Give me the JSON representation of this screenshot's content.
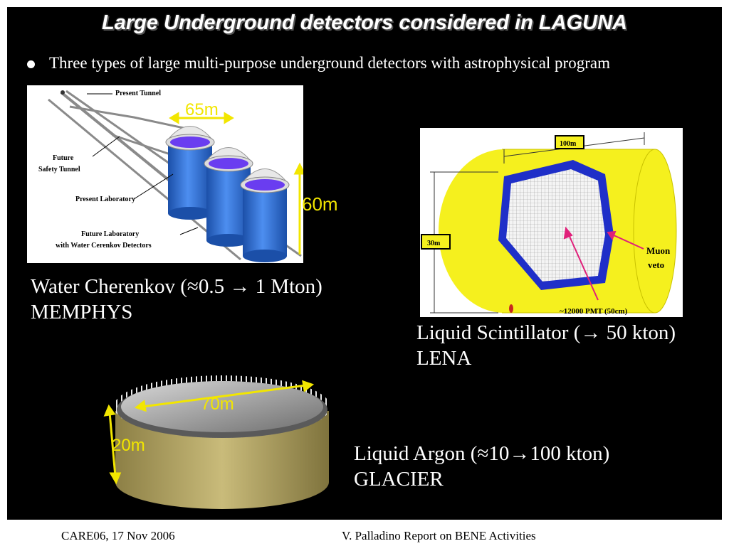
{
  "slide": {
    "title": "Large Underground detectors considered in LAGUNA",
    "bullet": "Three types of large multi-purpose underground detectors with astrophysical program"
  },
  "memphys": {
    "labels": {
      "present_tunnel": "Present Tunnel",
      "future_safety_tunnel_1": "Future",
      "future_safety_tunnel_2": "Safety Tunnel",
      "present_laboratory": "Present Laboratory",
      "future_laboratory_1": "Future Laboratory",
      "future_laboratory_2": "with Water Cerenkov Detectors"
    },
    "dim_width": "65m",
    "dim_height": "60m",
    "caption_line1": "Water Cherenkov (≈0.5 → 1 Mton)",
    "caption_line2": "MEMPHYS",
    "colors": {
      "tank": "#2f6fd1",
      "water": "#6a3df0",
      "dimension": "#f2e600"
    }
  },
  "lena": {
    "dim_length": "100m",
    "dim_diameter": "30m",
    "muon_veto_1": "Muon",
    "muon_veto_2": "veto",
    "pmt_label": "~12000 PMT (50cm)",
    "caption_line1": "Liquid Scintillator (→ 50 kton)",
    "caption_line2": "LENA",
    "colors": {
      "body": "#f5f01e",
      "veto": "#1f2fc8",
      "arrow": "#e0207a"
    }
  },
  "glacier": {
    "dim_diameter": "70m",
    "dim_height": "20m",
    "caption_line1": "Liquid Argon (≈10→100 kton)",
    "caption_line2": "GLACIER",
    "colors": {
      "body": "#b5a868",
      "dimension": "#f2e600"
    }
  },
  "footer": {
    "left": "CARE06, 17 Nov 2006",
    "right": "V. Palladino Report on BENE Activities"
  }
}
